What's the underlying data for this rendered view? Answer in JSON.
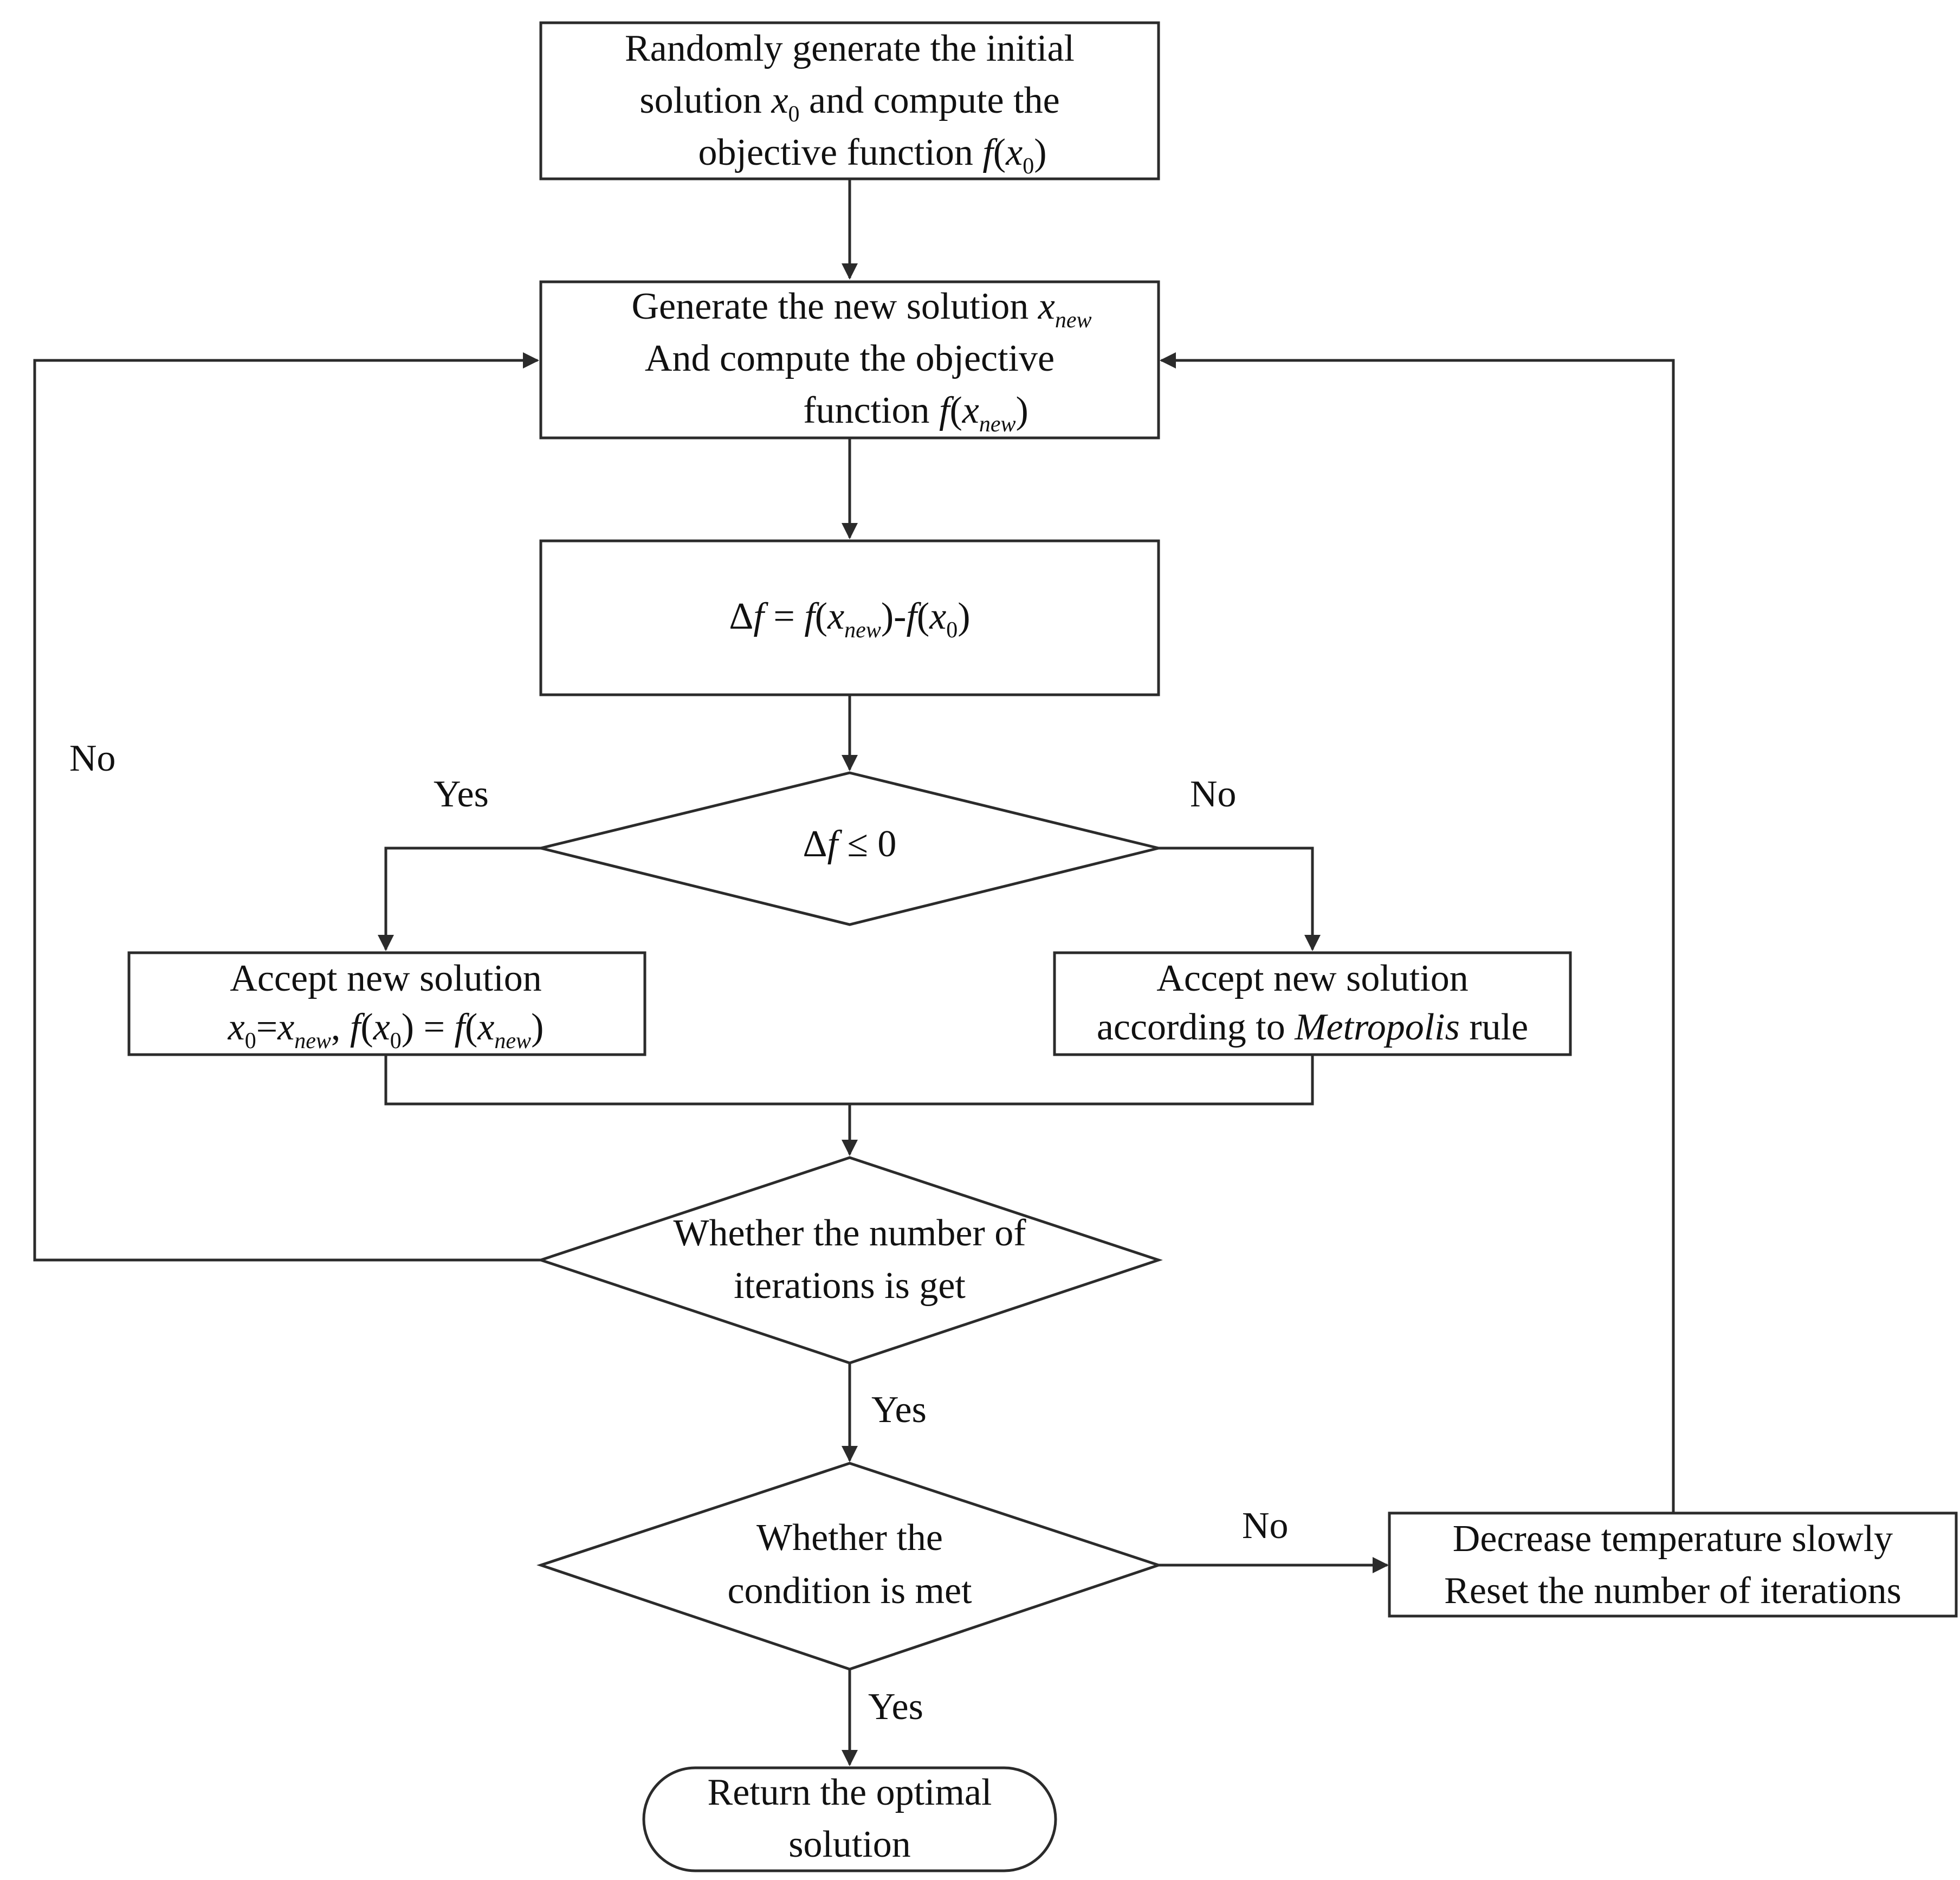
{
  "diagram": {
    "start_box": {
      "line1": "Randomly generate the initial",
      "line2_a": "solution ",
      "line2_var": "x",
      "line2_sub": "0",
      "line2_b": " and compute the",
      "line3_a": "objective function ",
      "line3_f": "f",
      "line3_open": "(",
      "line3_var": "x",
      "line3_sub": "0",
      "line3_close": ")"
    },
    "generate_box": {
      "line1_a": "Generate the new solution ",
      "line1_var": "x",
      "line1_sub": "new",
      "line2": "And compute the objective",
      "line3_a": "function ",
      "line3_f": "f",
      "line3_open": "(",
      "line3_var": "x",
      "line3_sub": "new",
      "line3_close": ")"
    },
    "delta_box": {
      "d1": "Δ",
      "f1": "f",
      "eq": " = ",
      "f2": "f",
      "open2": "(",
      "x2": "x",
      "sub2": "new",
      "close2": ")-",
      "f3": "f",
      "open3": "(",
      "x3": "x",
      "sub3": "0",
      "close3": ")"
    },
    "decision1": {
      "d": "Δ",
      "f": "f",
      "rest": " ≤ 0"
    },
    "accept_box": {
      "line1": "Accept new solution",
      "x1": "x",
      "s1": "0",
      "eq1": "=",
      "x2": "x",
      "s2": "new",
      "comma": ", ",
      "f1": "f",
      "o1": "(",
      "x3": "x",
      "s3": "0",
      "c1": ")",
      "eq2": " = ",
      "f2": "f",
      "o2": "(",
      "x4": "x",
      "s4": "new",
      "c2": ")"
    },
    "metropolis_box": {
      "line1": "Accept new solution",
      "line2_a": "according to ",
      "line2_italic": "Metropolis",
      "line2_b": " rule"
    },
    "decision2": {
      "line1": "Whether the number of",
      "line2": "iterations  is get"
    },
    "decision3": {
      "line1": "Whether the",
      "line2": "condition is met"
    },
    "decrease_box": {
      "line1": "Decrease temperature slowly",
      "line2": "Reset the number of iterations"
    },
    "end_box": {
      "line1": "Return the optimal",
      "line2": "solution"
    },
    "labels": {
      "no_left": "No",
      "yes_d1": "Yes",
      "no_d1": "No",
      "yes_d2": "Yes",
      "no_d3": "No",
      "yes_d3": "Yes"
    }
  }
}
